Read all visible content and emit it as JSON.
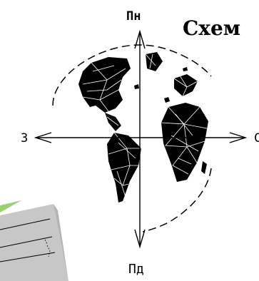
{
  "title": "Схем",
  "directions": {
    "north": "Пн",
    "south": "Пд",
    "west": "З",
    "east": "С"
  },
  "icons": {
    "globe": "globe-icon",
    "compass": "compass-arrows"
  },
  "colors": {
    "ink": "#000000",
    "background": "#ffffff",
    "green": "#9bd16e",
    "sheet": "#c7c7c7"
  }
}
